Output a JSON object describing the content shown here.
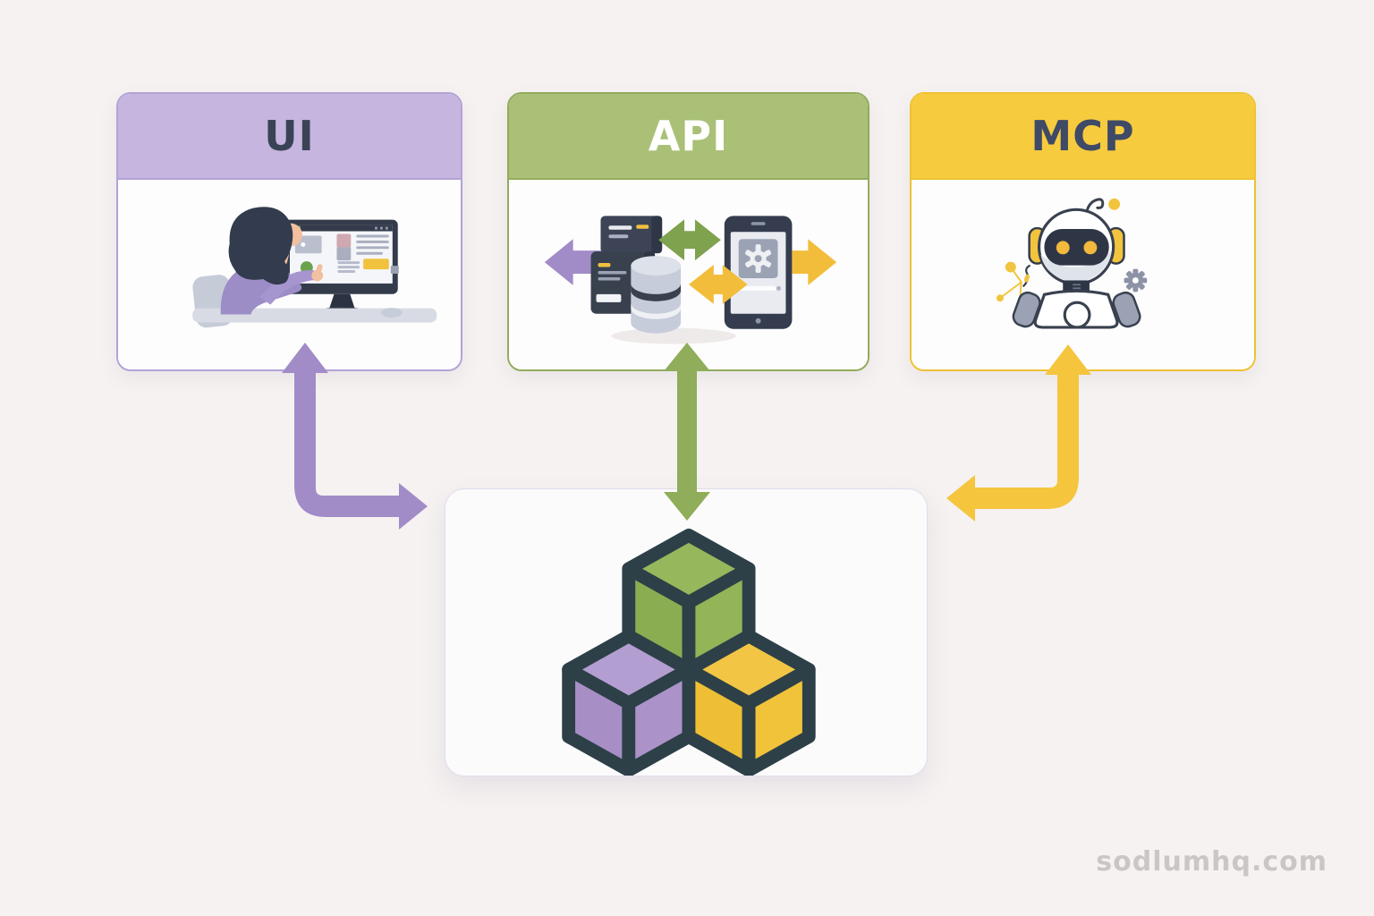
{
  "page": {
    "background_color": "#f6f2f1",
    "watermark": "sodlumhq.com"
  },
  "cards": [
    {
      "id": "ui",
      "label": "UI",
      "header_bg": "#c6b5de",
      "header_text_color": "#3a4356",
      "border_color": "#b3a2d8",
      "illustration": "woman-using-computer"
    },
    {
      "id": "api",
      "label": "API",
      "header_bg": "#a9c076",
      "header_text_color": "#ffffff",
      "border_color": "#92ab5c",
      "illustration": "servers-database-smartphone"
    },
    {
      "id": "mcp",
      "label": "MCP",
      "header_bg": "#f6cb3e",
      "header_text_color": "#3e4a66",
      "border_color": "#eec232",
      "illustration": "robot-assistant"
    }
  ],
  "hub": {
    "illustration": "building-blocks",
    "cube_colors": {
      "green": "#96b75c",
      "purple": "#b09bce",
      "yellow": "#f2c544"
    },
    "outline_color": "#2d4048"
  },
  "connectors": [
    {
      "from": "ui",
      "to": "hub",
      "shape": "elbow",
      "direction": "bidirectional",
      "color": "#a18cc8"
    },
    {
      "from": "api",
      "to": "hub",
      "shape": "straight",
      "direction": "bidirectional",
      "color": "#8fad5a"
    },
    {
      "from": "mcp",
      "to": "hub",
      "shape": "elbow",
      "direction": "bidirectional",
      "color": "#f5c53e"
    }
  ]
}
